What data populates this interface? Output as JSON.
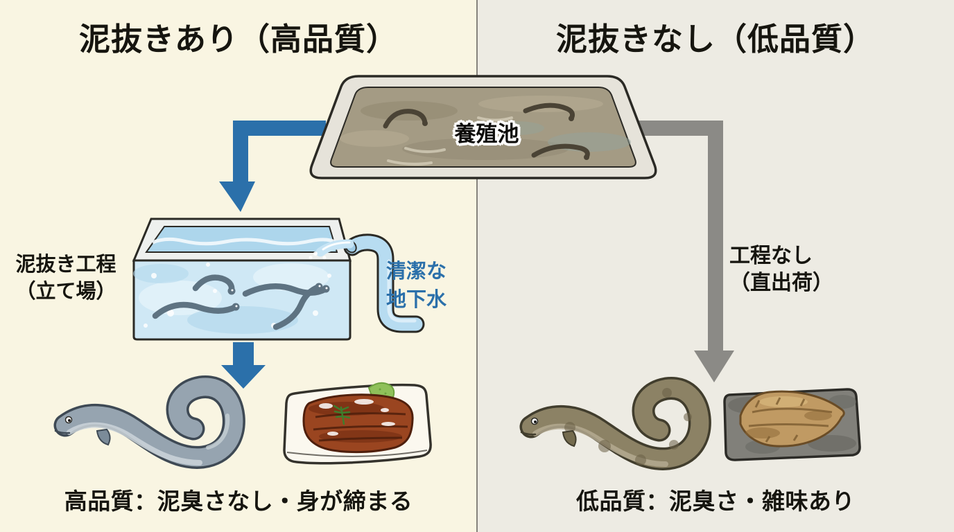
{
  "titles": {
    "left": "泥抜きあり（高品質）",
    "right": "泥抜きなし（低品質）"
  },
  "pond": {
    "label": "養殖池"
  },
  "left_flow": {
    "process_label_line1": "泥抜き工程",
    "process_label_line2": "（立て場）",
    "water_label_line1": "清潔な",
    "water_label_line2": "地下水",
    "result": "高品質：泥臭さなし・身が締まる"
  },
  "right_flow": {
    "process_label_line1": "工程なし",
    "process_label_line2": "（直出荷）",
    "result": "低品質：泥臭さ・雑味あり"
  },
  "colors": {
    "left_background": "#f9f5e2",
    "right_background": "#edebe3",
    "accent_blue": "#2b70aa",
    "arrow_gray": "#8b8a86",
    "pond_water": "#a49b84",
    "tank_water": "#cfe8f5"
  },
  "illustrations": {
    "pond": "muddy-farm-pond-with-eels",
    "tank": "clean-water-holding-tank-with-pipe",
    "left_eel": "clean-silver-eel",
    "left_dish": "glossy-grilled-eel-on-white-plate",
    "right_eel": "muddy-olive-eel",
    "right_dish": "dull-grilled-eel-on-dark-plate"
  }
}
